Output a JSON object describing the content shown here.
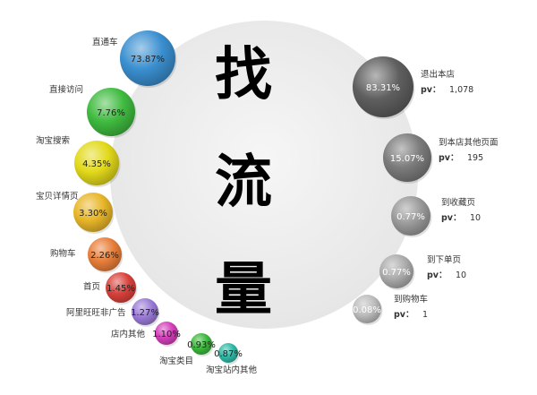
{
  "title_chars": [
    "找",
    "流",
    "量"
  ],
  "left_bubbles": [
    {
      "label": "直通车",
      "value": "73.87%",
      "color": "#3a8fd0"
    },
    {
      "label": "直接访问",
      "value": "7.76%",
      "color": "#3fbb3f"
    },
    {
      "label": "淘宝搜索",
      "value": "4.35%",
      "color": "#e2d91a"
    },
    {
      "label": "宝贝详情页",
      "value": "3.30%",
      "color": "#e8b628"
    },
    {
      "label": "购物车",
      "value": "2.26%",
      "color": "#e87e3a"
    },
    {
      "label": "首页",
      "value": "1.45%",
      "color": "#d9413b"
    },
    {
      "label": "阿里旺旺非广告",
      "value": "1.27%",
      "color": "#9a7bd6"
    },
    {
      "label": "店内其他",
      "value": "1.10%",
      "color": "#d23fb9"
    },
    {
      "label": "淘宝类目",
      "value": "0.93%",
      "color": "#3cb83c"
    },
    {
      "label": "淘宝站内其他",
      "value": "0.87%",
      "color": "#2fb9a6"
    }
  ],
  "right_bubbles": [
    {
      "label": "退出本店",
      "value": "83.31%",
      "pv_label": "pv：",
      "pv": "1,078",
      "color": "#5f5f5f"
    },
    {
      "label": "到本店其他页面",
      "value": "15.07%",
      "pv_label": "pv：",
      "pv": "195",
      "color": "#7c7c7c"
    },
    {
      "label": "到收藏页",
      "value": "0.77%",
      "pv_label": "pv：",
      "pv": "10",
      "color": "#9a9a9a"
    },
    {
      "label": "到下单页",
      "value": "0.77%",
      "pv_label": "pv：",
      "pv": "10",
      "color": "#acacac"
    },
    {
      "label": "到购物车",
      "value": "0.08%",
      "pv_label": "pv：",
      "pv": "1",
      "color": "#bdbdbd"
    }
  ]
}
